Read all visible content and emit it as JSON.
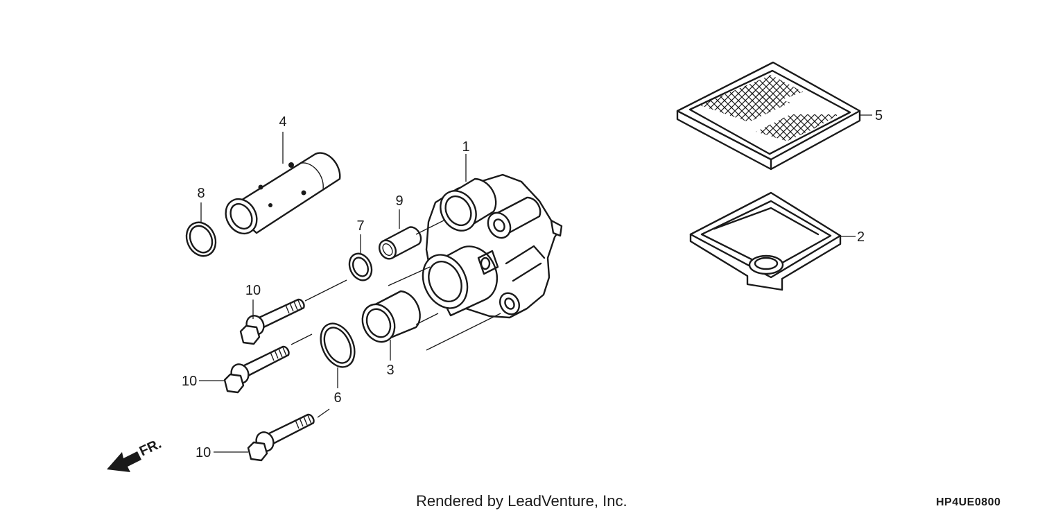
{
  "callouts": {
    "p1": "1",
    "p2": "2",
    "p3": "3",
    "p4": "4",
    "p5": "5",
    "p6": "6",
    "p7": "7",
    "p8": "8",
    "p9": "9",
    "p10a": "10",
    "p10b": "10",
    "p10c": "10"
  },
  "direction_arrow": {
    "label": "FR.",
    "icon": "front-direction-arrow-icon"
  },
  "footer": {
    "credit": "Rendered by LeadVenture, Inc.",
    "diagram_code": "HP4UE0800"
  }
}
